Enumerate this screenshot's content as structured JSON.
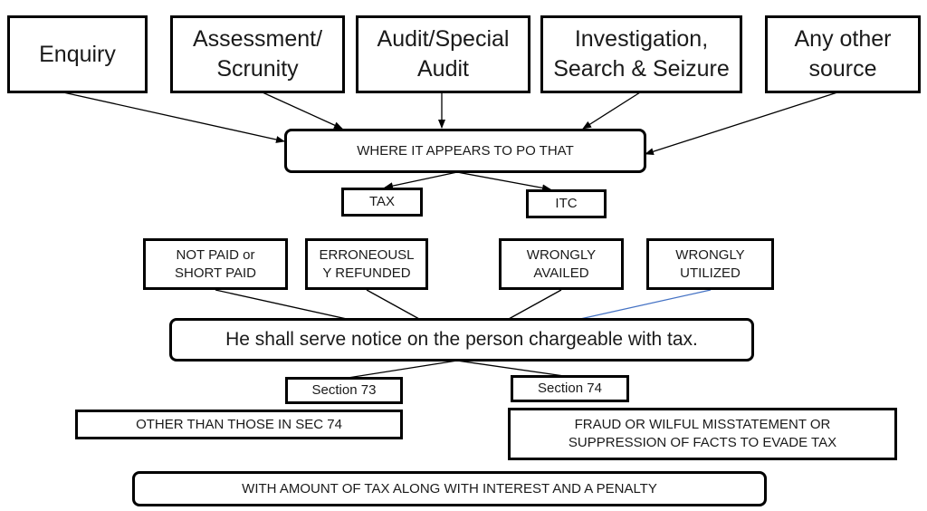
{
  "colors": {
    "stroke": "#000000",
    "connector_blue": "#4472c4",
    "text": "#1a1a1a",
    "background": "#ffffff"
  },
  "sources": [
    "Enquiry",
    "Assessment/\nScrunity",
    "Audit/Special\nAudit",
    "Investigation,\nSearch & Seizure",
    "Any other\nsource"
  ],
  "condition": "WHERE IT APPEARS TO PO THAT",
  "subjects": {
    "tax": "TAX",
    "itc": "ITC"
  },
  "situations": {
    "not_paid": "NOT PAID or\nSHORT PAID",
    "erroneously_refunded": "ERRONEOUSL\nY REFUNDED",
    "wrongly_availed": "WRONGLY\nAVAILED",
    "wrongly_utilized": "WRONGLY\nUTILIZED"
  },
  "notice": "He shall serve notice on the person chargeable with tax.",
  "sections": {
    "s73": {
      "label": "Section 73",
      "desc": "OTHER THAN THOSE IN SEC 74"
    },
    "s74": {
      "label": "Section 74",
      "desc": "FRAUD OR WILFUL MISSTATEMENT OR\nSUPPRESSION OF FACTS TO EVADE TAX"
    }
  },
  "outcome": "WITH AMOUNT OF TAX ALONG WITH INTEREST AND A PENALTY"
}
